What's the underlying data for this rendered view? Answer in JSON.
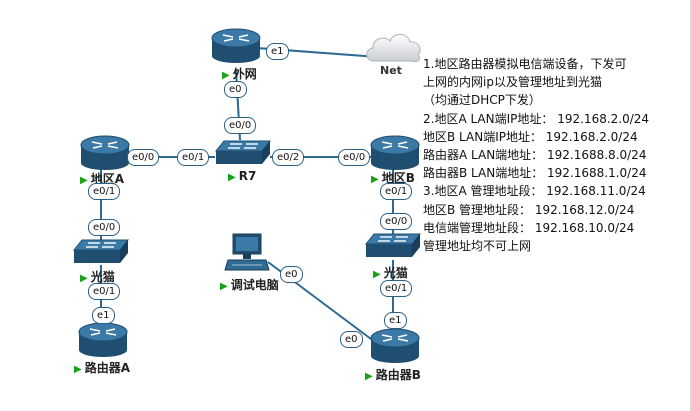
{
  "devices": {
    "external_net": {
      "label": "外网"
    },
    "net_cloud": {
      "label": "Net"
    },
    "r7": {
      "label": "R7"
    },
    "region_a": {
      "label": "地区A"
    },
    "region_b": {
      "label": "地区B"
    },
    "modem_a": {
      "label": "光猫"
    },
    "modem_b": {
      "label": "光猫"
    },
    "router_a": {
      "label": "路由器A"
    },
    "router_b": {
      "label": "路由器B"
    },
    "debug_pc": {
      "label": "调试电脑"
    }
  },
  "ports": {
    "ext_e1": "e1",
    "ext_e0": "e0",
    "r7_e0_0": "e0/0",
    "r7_e0_1": "e0/1",
    "r7_e0_2": "e0/2",
    "ra_e0_0": "e0/0",
    "ra_e0_1": "e0/1",
    "rb_e0_0": "e0/0",
    "rb_e0_1": "e0/1",
    "ma_e0_0": "e0/0",
    "ma_e0_1": "e0/1",
    "mb_e0_0": "e0/0",
    "mb_e0_1": "e0/1",
    "routera_e1": "e1",
    "routerb_e1": "e1",
    "routerb_e0": "e0",
    "pc_e0": "e0"
  },
  "notes": [
    "1.地区路由器模拟电信端设备，下发可",
    "上网的内网ip以及管理地址到光猫",
    "（均通过DHCP下发）",
    "2.地区A LAN端IP地址：  192.168.2.0/24",
    "   地区B LAN端IP地址：  192.168.2.0/24",
    "   路由器A LAN端地址：  192.1688.8.0/24",
    "   路由器B LAN端地址：  192.1688.1.0/24",
    "3.地区A 管理地址段：    192.168.11.0/24",
    "   地区B 管理地址段：    192.168.12.0/24",
    "   电信端管理地址段：     192.168.10.0/24",
    "管理地址均不可上网"
  ],
  "colors": {
    "device": "#2f6b93",
    "device_dark": "#1f4e70",
    "link": "#2c6a94",
    "label_triangle": "#17a317"
  },
  "icons": {
    "router": "router-icon",
    "switch": "switch-icon",
    "cloud": "cloud-icon",
    "pc": "pc-icon"
  }
}
